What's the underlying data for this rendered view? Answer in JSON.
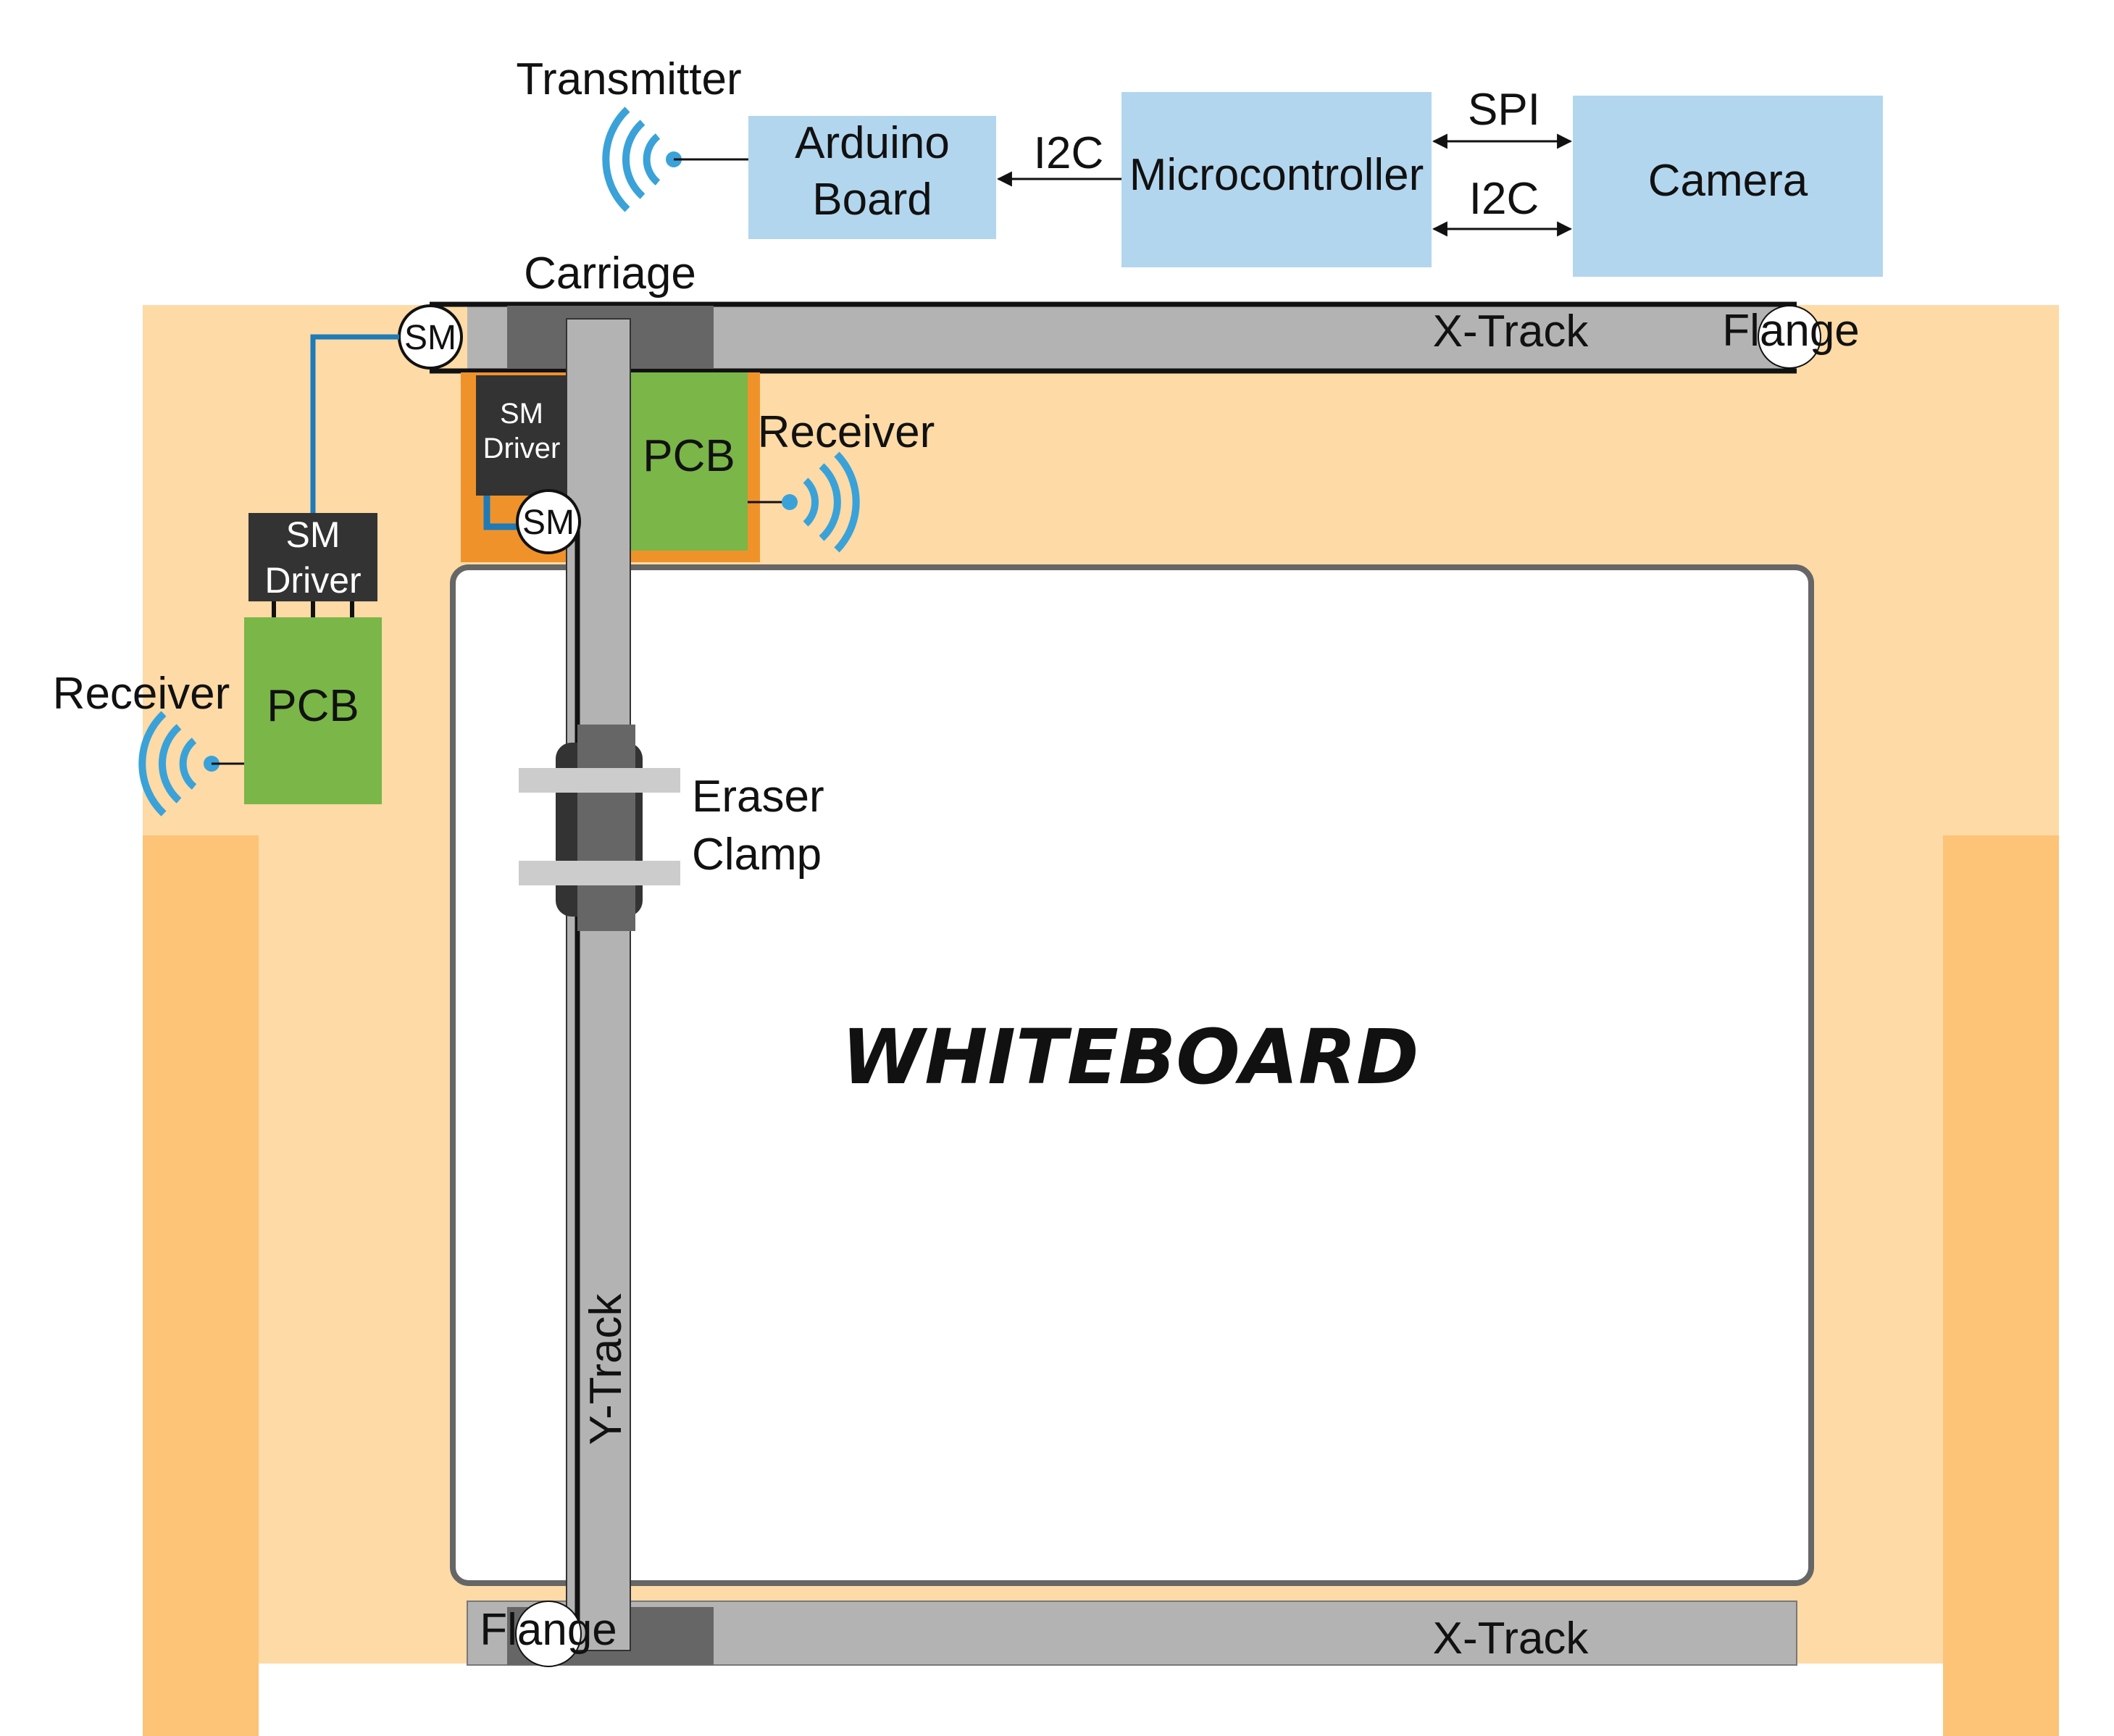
{
  "labels": {
    "transmitter": "Transmitter",
    "arduino_line1": "Arduino",
    "arduino_line2": "Board",
    "microcontroller": "Microcontroller",
    "camera": "Camera",
    "i2c_arduino": "I2C",
    "spi": "SPI",
    "i2c_camera": "I2C",
    "carriage": "Carriage",
    "x_track_top": "X-Track",
    "x_track_bottom": "X-Track",
    "flange_top": "Flange",
    "flange_bottom": "Flange",
    "y_track": "Y-Track",
    "sm_top": "SM",
    "sm_carriage": "SM",
    "sm_driver_carriage_line1": "SM",
    "sm_driver_carriage_line2": "Driver",
    "sm_driver_left_line1": "SM",
    "sm_driver_left_line2": "Driver",
    "pcb_carriage": "PCB",
    "pcb_left": "PCB",
    "receiver_carriage": "Receiver",
    "receiver_left": "Receiver",
    "eraser_line1": "Eraser",
    "eraser_line2": "Clamp",
    "whiteboard": "WHITEBOARD"
  },
  "colors": {
    "block_blue": "#b3d6ef",
    "frame_light": "#fedaa6",
    "frame_leg": "#fdc377",
    "track_gray": "#b3b3b3",
    "carriage_dark": "#666666",
    "driver_dark": "#333333",
    "pcb_green": "#7ab648",
    "carriage_orange": "#f0922a",
    "wire_blue": "#1e7ab8",
    "signal_blue": "#3aa2d8",
    "clamp_light": "#cccccc"
  }
}
